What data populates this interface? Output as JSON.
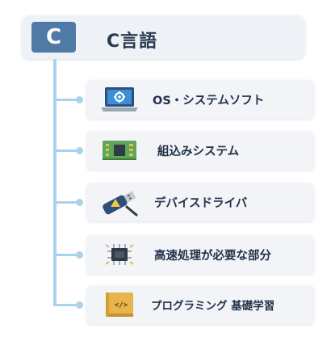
{
  "header": {
    "logo_letter": "C",
    "title": "C言語"
  },
  "items": [
    {
      "label": "OS・システムソフト",
      "icon": "laptop-gear-icon"
    },
    {
      "label": "組込みシステム",
      "icon": "circuit-board-icon"
    },
    {
      "label": "デバイスドライバ",
      "icon": "usb-screwdriver-icon"
    },
    {
      "label": "高速処理が必要な部分",
      "icon": "cpu-chip-icon"
    },
    {
      "label": "プログラミング 基礎学習",
      "icon": "code-book-icon"
    }
  ],
  "colors": {
    "logo": "#4f7aa6",
    "connector": "#a9d3ec",
    "card_bg": "#f2f4f7",
    "text": "#23324a"
  }
}
